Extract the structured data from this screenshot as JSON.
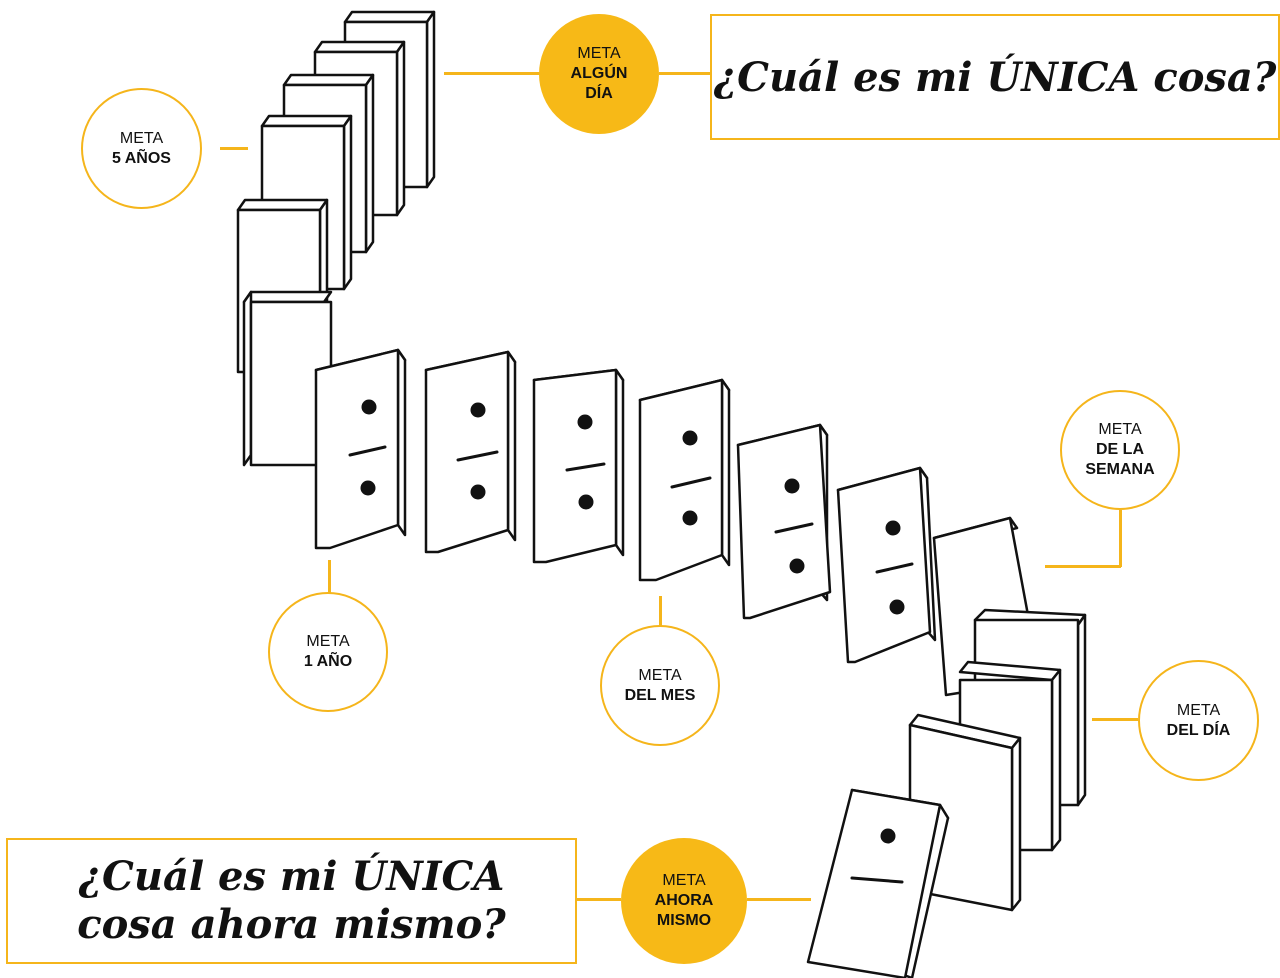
{
  "questions": {
    "top": "¿Cuál es mi ÚNICA cosa?",
    "bottom_line1": "¿Cuál es mi ÚNICA",
    "bottom_line2": "cosa ahora mismo?"
  },
  "goals": {
    "someday": {
      "meta": "META",
      "line1": "ALGÚN",
      "line2": "DÍA"
    },
    "five_years": {
      "meta": "META",
      "line1": "5 AÑOS"
    },
    "one_year": {
      "meta": "META",
      "line1": "1 AÑO"
    },
    "month": {
      "meta": "META",
      "line1": "DEL MES"
    },
    "week": {
      "meta": "META",
      "line1": "DE LA",
      "line2": "SEMANA"
    },
    "day": {
      "meta": "META",
      "line1": "DEL DÍA"
    },
    "now": {
      "meta": "META",
      "line1": "AHORA",
      "line2": "MISMO"
    }
  },
  "colors": {
    "accent": "#F7B917",
    "ink": "#111111"
  }
}
